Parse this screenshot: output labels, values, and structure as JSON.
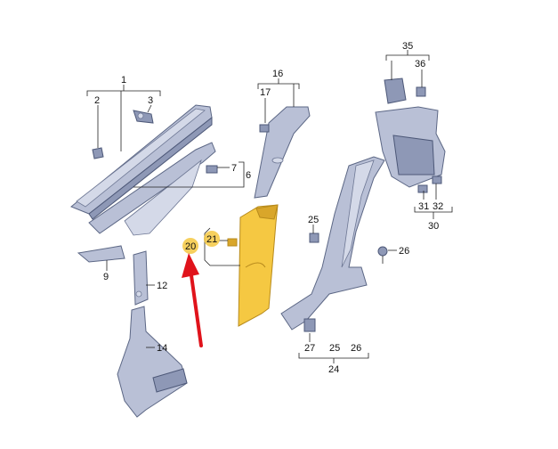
{
  "callouts": {
    "c1": "1",
    "c2": "2",
    "c3": "3",
    "c6": "6",
    "c7": "7",
    "c9": "9",
    "c12": "12",
    "c14": "14",
    "c16": "16",
    "c17": "17",
    "c20": "20",
    "c21": "21",
    "c24": "24",
    "c25a": "25",
    "c25b": "25",
    "c26a": "26",
    "c26b": "26",
    "c27": "27",
    "c30": "30",
    "c31": "31",
    "c32": "32",
    "c35": "35",
    "c36": "36"
  },
  "colors": {
    "highlight": "#f5c842",
    "arrow": "#e0131b",
    "part": "#b9c0d6"
  }
}
